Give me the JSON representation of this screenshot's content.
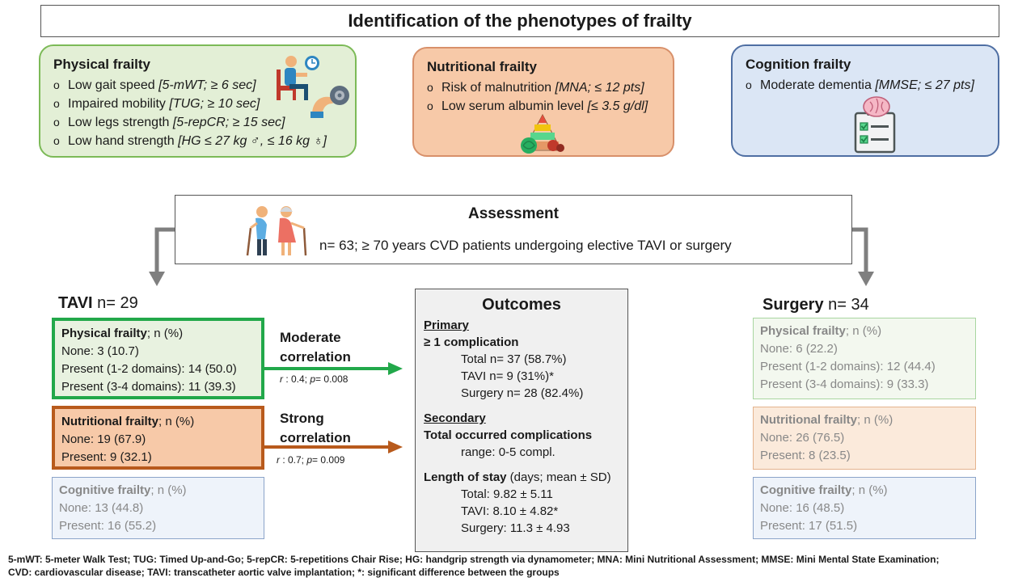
{
  "title": "Identification of the phenotypes of frailty",
  "phenotypes": {
    "physical": {
      "heading": "Physical  frailty",
      "items": [
        {
          "label": "Low gait speed ",
          "criterion": "[5-mWT; ≥ 6 sec]"
        },
        {
          "label": "Impaired mobility ",
          "criterion": "[TUG; ≥ 10 sec]"
        },
        {
          "label": "Low legs strength ",
          "criterion": "[5-repCR; ≥ 15 sec]"
        },
        {
          "label": "Low hand strength ",
          "criterion": "[HG ≤ 27 kg ♂, ≤ 16 kg ♁]"
        }
      ]
    },
    "nutritional": {
      "heading": "Nutritional  frailty",
      "items": [
        {
          "label": "Risk of malnutrition ",
          "criterion": "[MNA; ≤ 12 pts]"
        },
        {
          "label": "Low serum albumin level ",
          "criterion": "[≤ 3.5 g/dl]"
        }
      ]
    },
    "cognition": {
      "heading": "Cognition  frailty",
      "items": [
        {
          "label": "Moderate dementia ",
          "criterion": "[MMSE; ≤ 27 pts]"
        }
      ]
    },
    "bullet": "o"
  },
  "assessment": {
    "heading": "Assessment",
    "text": "n= 63; ≥ 70 years CVD patients undergoing elective TAVI or surgery"
  },
  "tavi": {
    "label": "TAVI",
    "n": " n= 29",
    "physical": {
      "heading_bold": "Physical frailty",
      "heading_rest": "; n (%)",
      "lines": [
        "None: 3 (10.7)",
        "Present (1-2 domains): 14 (50.0)",
        "Present (3-4 domains): 11 (39.3)"
      ]
    },
    "nutritional": {
      "heading_bold": "Nutritional frailty",
      "heading_rest": "; n (%)",
      "lines": [
        "None: 19 (67.9)",
        "Present: 9 (32.1)"
      ]
    },
    "cognitive": {
      "heading_bold": "Cognitive frailty",
      "heading_rest": "; n (%)",
      "lines": [
        "None: 13 (44.8)",
        "Present: 16 (55.2)"
      ]
    }
  },
  "surgery": {
    "label": "Surgery",
    "n": " n= 34",
    "physical": {
      "heading_bold": "Physical frailty",
      "heading_rest": "; n (%)",
      "lines": [
        "None: 6 (22.2)",
        "Present (1-2 domains): 12 (44.4)",
        "Present (3-4 domains):  9 (33.3)"
      ]
    },
    "nutritional": {
      "heading_bold": "Nutritional frailty",
      "heading_rest": "; n (%)",
      "lines": [
        "None: 26 (76.5)",
        "Present: 8 (23.5)"
      ]
    },
    "cognitive": {
      "heading_bold": "Cognitive frailty",
      "heading_rest": "; n (%)",
      "lines": [
        "None: 16 (48.5)",
        "Present: 17 (51.5)"
      ]
    }
  },
  "correlations": [
    {
      "label_1": "Moderate",
      "label_2": "correlation",
      "r_sym": "r",
      "stat": " : 0.4; ",
      "p_sym": "p",
      "pval": "= 0.008",
      "color": "#22a84a"
    },
    {
      "label_1": "Strong",
      "label_2": "correlation",
      "r_sym": "r",
      "stat": " : 0.7; ",
      "p_sym": "p",
      "pval": "= 0.009",
      "color": "#b85a1c"
    }
  ],
  "outcomes": {
    "heading": "Outcomes",
    "primary": {
      "label": "Primary",
      "sub": "≥ 1 complication",
      "lines": [
        "Total n= 37 (58.7%)",
        "TAVI n= 9 (31%)*",
        "Surgery n= 28 (82.4%)"
      ]
    },
    "secondary": {
      "label": "Secondary",
      "sub": "Total occurred complications",
      "range": "range: 0-5 compl.",
      "los_bold": "Length of stay",
      "los_rest": " (days; mean ± SD)",
      "los_lines": [
        "Total: 9.82 ± 5.11",
        "TAVI: 8.10 ± 4.82*",
        "Surgery: 11.3 ± 4.93"
      ]
    }
  },
  "footnote": {
    "line1": "5-mWT: 5-meter Walk Test; TUG: Timed Up-and-Go; 5-repCR: 5-repetitions Chair Rise; HG: handgrip strength via dynamometer; MNA: Mini Nutritional Assessment; MMSE: Mini Mental State Examination;",
    "line2": "CVD: cardiovascular disease; TAVI: transcatheter aortic valve implantation; *: significant difference between the groups"
  },
  "icons": [
    "chair-exercise-icon",
    "dumbbell-arm-icon",
    "food-pyramid-icon",
    "brain-checklist-icon",
    "elderly-couple-icon"
  ],
  "colors": {
    "physical": "#7cba57",
    "nutritional": "#d8906a",
    "cognition": "#4f6fa3",
    "arrow_gray": "#7f7f7f"
  }
}
